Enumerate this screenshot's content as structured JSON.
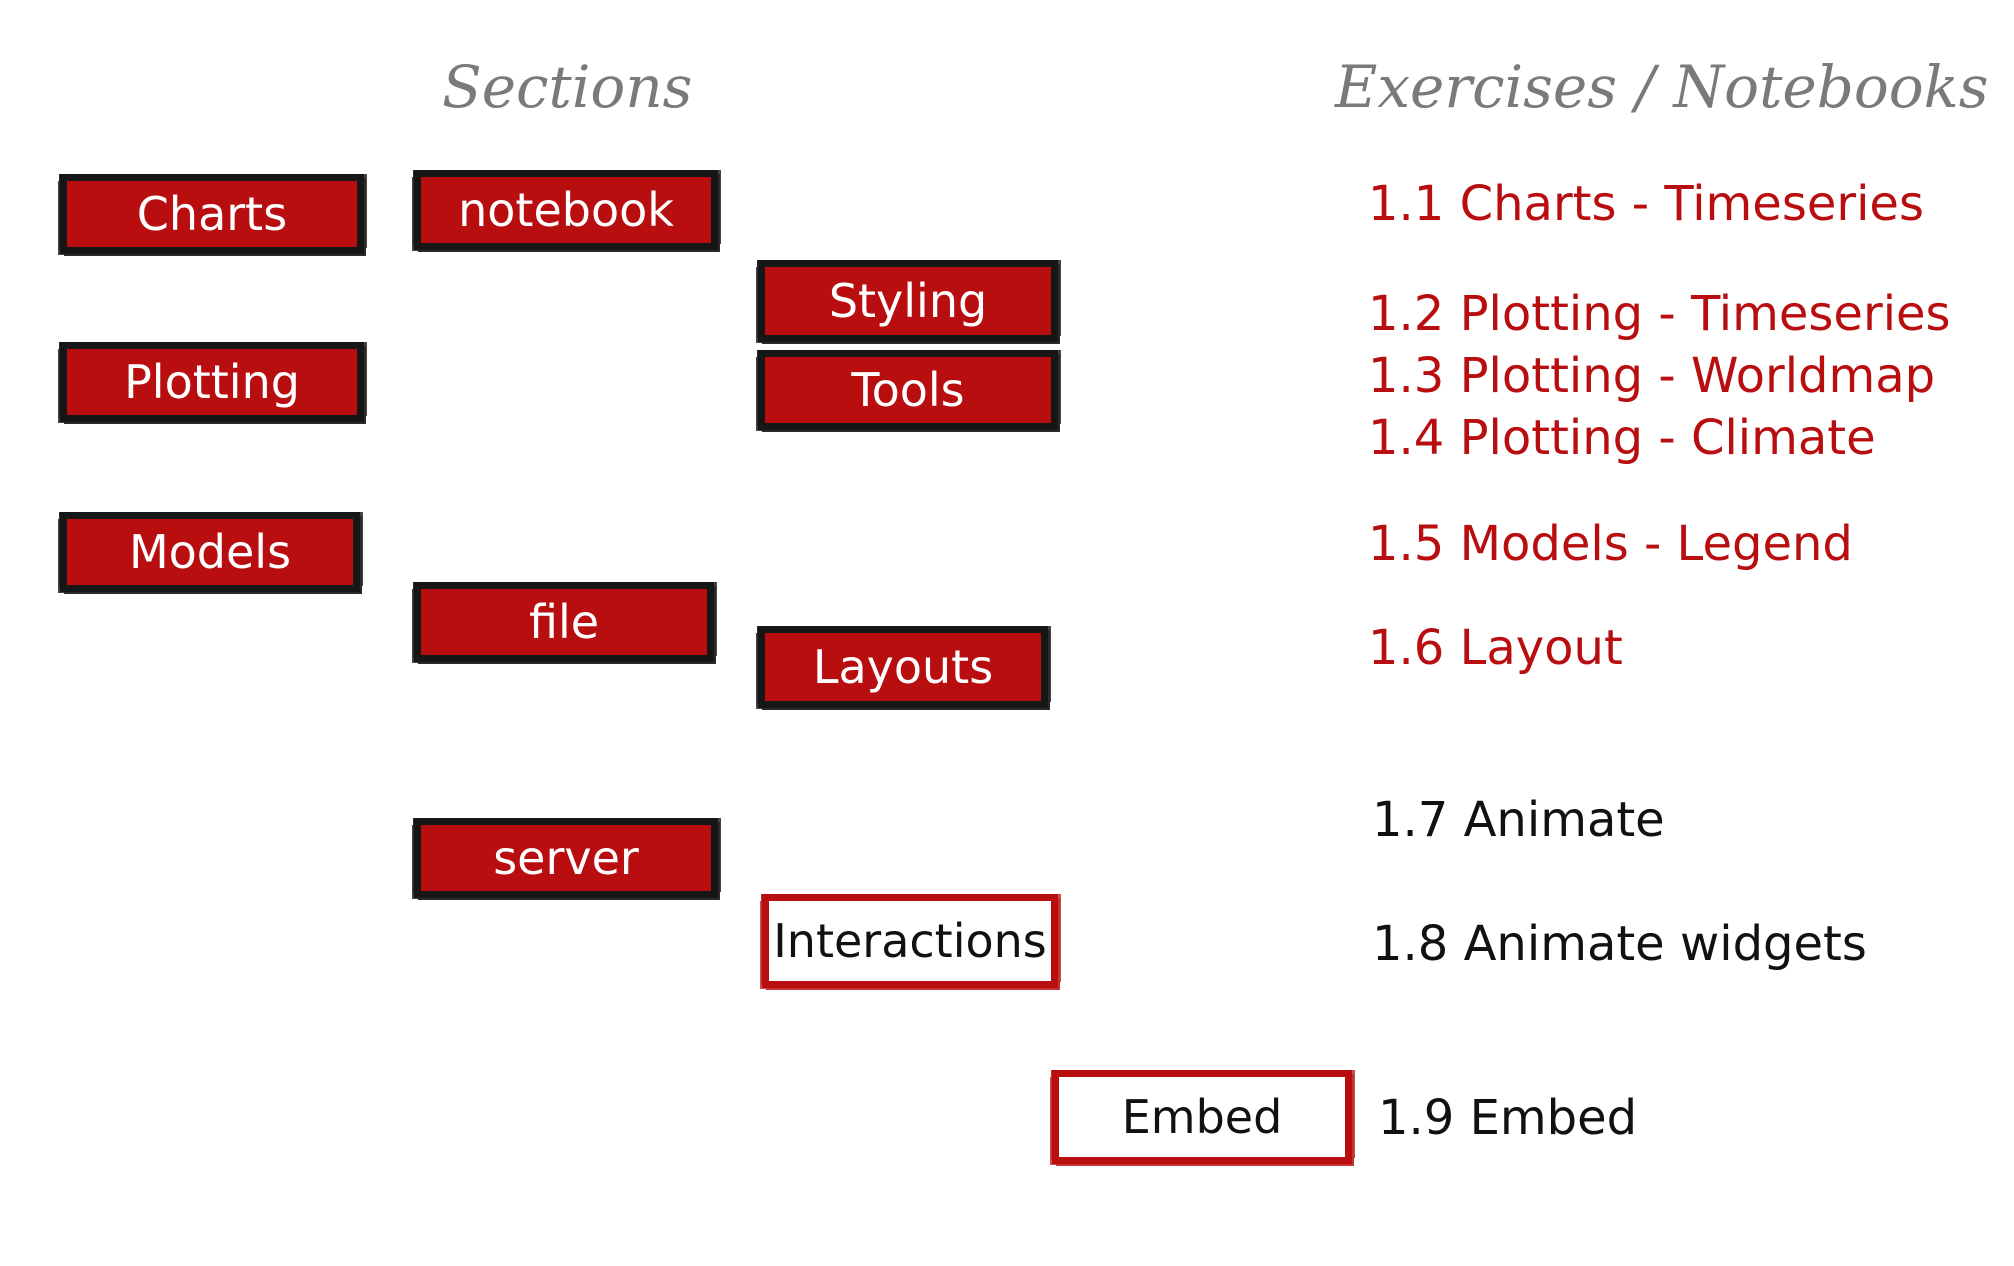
{
  "headings": {
    "sections": "Sections",
    "exercises": "Exercises / Notebooks"
  },
  "colors": {
    "accent_red": "#b80e10",
    "box_border": "#161616",
    "heading_gray": "#7a7a7a",
    "black_text": "#111111"
  },
  "sections": {
    "charts": "Charts",
    "plotting": "Plotting",
    "models": "Models",
    "notebook": "notebook",
    "file": "file",
    "server": "server",
    "styling": "Styling",
    "tools": "Tools",
    "layouts": "Layouts",
    "interactions": "Interactions",
    "embed": "Embed"
  },
  "exercises": [
    {
      "label": "1.1 Charts - Timeseries",
      "color": "#b80e10"
    },
    {
      "label": "1.2 Plotting - Timeseries",
      "color": "#b80e10"
    },
    {
      "label": "1.3 Plotting - Worldmap",
      "color": "#b80e10"
    },
    {
      "label": "1.4 Plotting - Climate",
      "color": "#b80e10"
    },
    {
      "label": "1.5 Models - Legend",
      "color": "#b80e10"
    },
    {
      "label": "1.6 Layout",
      "color": "#b80e10"
    },
    {
      "label": "1.7 Animate",
      "color": "#111111"
    },
    {
      "label": "1.8 Animate widgets",
      "color": "#111111"
    },
    {
      "label": "1.9 Embed",
      "color": "#111111"
    }
  ]
}
